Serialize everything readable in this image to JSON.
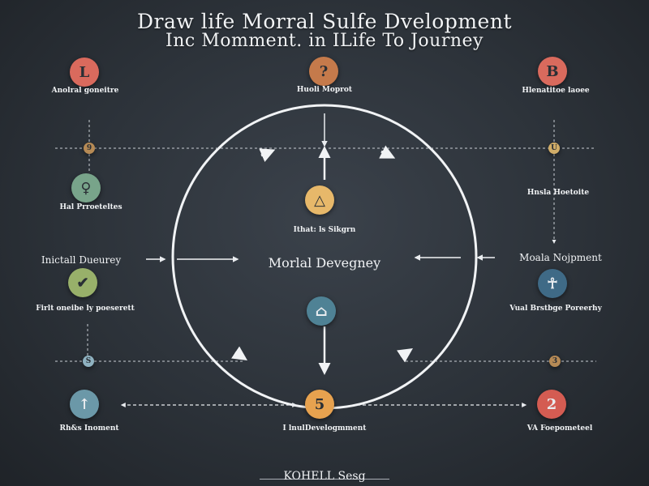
{
  "title": {
    "line1": "Draw life Morral Sulfe Dvelopment",
    "line2": "Inc Momment. in  ILife To Journey"
  },
  "center": {
    "title": "Morlal Devegney",
    "upper_label": "Ithat: ls Sikgrn"
  },
  "left_side_label": "Inictall Dueurey",
  "right_side_label": "Moala Nojpment",
  "footer": "KOHELL Sesg",
  "nodes": {
    "top_left": {
      "glyph": "L",
      "color": "#d96a5d",
      "heading": "Anolral goneitre"
    },
    "top_center": {
      "glyph": "?",
      "color": "#c57a4b",
      "heading": "Huoli Moprot"
    },
    "top_right": {
      "glyph": "B",
      "color": "#d96a5d",
      "heading": "Hlenatitoe laoee"
    },
    "mid_left": {
      "glyph": "♀",
      "color": "#78a48a",
      "heading": "Hal Prroeteltes"
    },
    "mid_right": {
      "glyph": "",
      "color": "",
      "heading": "Hnsla Hoetoite"
    },
    "left_lower": {
      "glyph": "✔",
      "color": "#98b06a",
      "heading": "Firlt oneibe ly poeserett"
    },
    "right_lower": {
      "glyph": "☥",
      "color": "#3f6a86",
      "heading": "Vual Brstbge Poreerhy"
    },
    "inner_top": {
      "glyph": "△",
      "color": "#e7b86a"
    },
    "inner_bottom": {
      "glyph": "⌂",
      "color": "#4f8295"
    },
    "bottom_left": {
      "glyph": "↑",
      "color": "#6b98a8",
      "heading": "Rh&s Inoment"
    },
    "bottom_center": {
      "glyph": "5",
      "color": "#e7a24f",
      "heading": "I lnulDevelogmment"
    },
    "bottom_right": {
      "glyph": "2",
      "color": "#d45c52",
      "heading": "VA Foepometeel"
    },
    "small_top_left": {
      "glyph": "9",
      "color": "#b68a55"
    },
    "small_top_right": {
      "glyph": "U",
      "color": "#d1ad68"
    },
    "small_bottom_left": {
      "glyph": "S",
      "color": "#8fb2c1"
    },
    "small_bottom_right": {
      "glyph": "3",
      "color": "#b68a55"
    }
  },
  "colors": {
    "background": "#2c3239",
    "line": "#f1f3f5",
    "dashed": "#c9ced4"
  }
}
